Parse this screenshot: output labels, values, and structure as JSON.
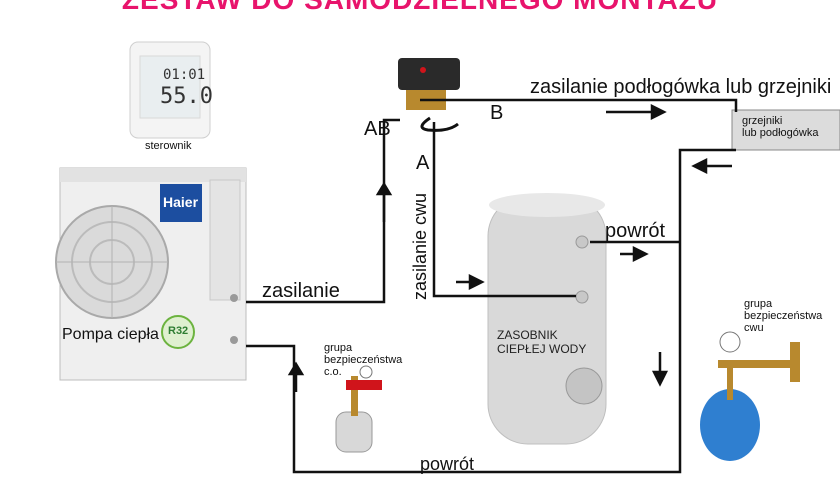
{
  "title": "ZESTAW DO SAMODZIELNEGO MONTAŻU",
  "labels": {
    "controller": "sterownik",
    "controller_display_value": "55.0",
    "controller_display_time": "01:01",
    "heat_pump": "Pompa ciepła",
    "brand": "Haier",
    "refrigerant": "R32",
    "supply": "zasilanie",
    "supply_floor": "zasilanie podłogówka lub grzejniki",
    "radiators_box_line1": "grzejniki",
    "radiators_box_line2": "lub podłogówka",
    "valve_port_ab": "AB",
    "valve_port_b": "B",
    "valve_port_a": "A",
    "supply_dhw": "zasilanie cwu",
    "return_tank": "powrót",
    "return_bottom": "powrót",
    "tank_line1": "ZASOBNIK",
    "tank_line2": "CIEPŁEJ WODY",
    "safety_co_line1": "grupa",
    "safety_co_line2": "bezpieczeństwa",
    "safety_co_line3": "c.o.",
    "safety_dhw_line1": "grupa",
    "safety_dhw_line2": "bezpieczeństwa",
    "safety_dhw_line3": "cwu"
  },
  "colors": {
    "title": "#e8146c",
    "pipe": "#111111",
    "tank_expansion_dhw": "#2f7fd0",
    "valve_red": "#d0141b",
    "brand_badge": "#1c4ea0"
  }
}
